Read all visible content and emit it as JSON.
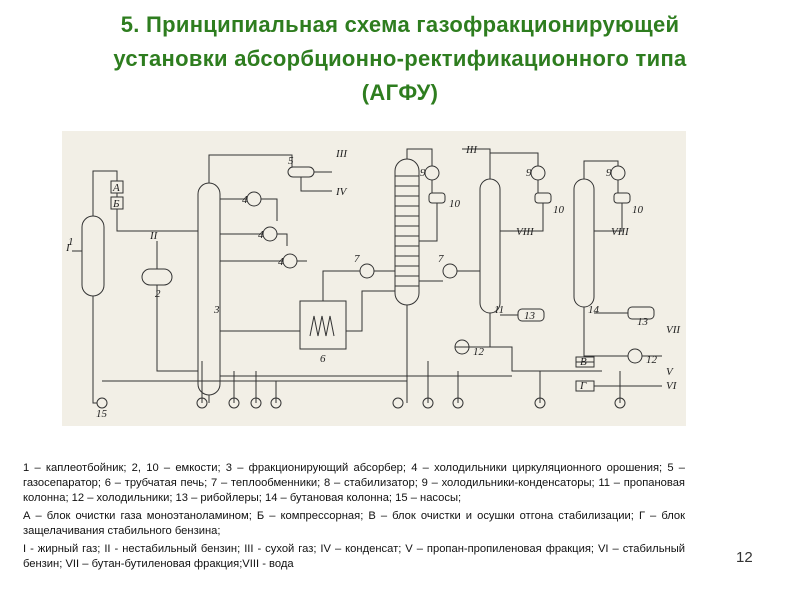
{
  "title": {
    "line1": "5. Принципиальная схема газофракционирующей",
    "line2": "установки абсорбционно-ректификационного типа",
    "line3": "(АГФУ)"
  },
  "scheme": {
    "equipment_labels": [
      "1",
      "2",
      "3",
      "4",
      "4",
      "4",
      "5",
      "6",
      "7",
      "7",
      "9",
      "9",
      "9",
      "10",
      "10",
      "10",
      "11",
      "12",
      "12",
      "13",
      "13",
      "14",
      "15"
    ],
    "stream_labels": [
      "I",
      "II",
      "III",
      "IV",
      "III",
      "VIII",
      "VIII",
      "VII",
      "V",
      "VI"
    ],
    "block_labels": [
      "А",
      "Б",
      "В",
      "Г"
    ]
  },
  "legend": {
    "p1": "1 – каплеотбойник; 2, 10 – емкости; 3 – фракционирующий абсорбер; 4 – холодильники циркуляционного орошения; 5 – газосепаратор; 6 – трубчатая печь; 7 – теплообменники; 8 – стабилизатор; 9 – холодильники-конденсаторы; 11 – пропановая колонна; 12 – холодильники; 13 – рибойлеры; 14 – бутановая колонна; 15 – насосы;",
    "p2": "А – блок очистки газа моноэтаноламином; Б – компрессорная; В – блок очистки и осушки отгона стабилизации; Г – блок защелачивания стабильного бензина;",
    "p3": "I - жирный газ; II - нестабильный бензин; III - сухой газ; IV – конденсат; V – пропан-пропиленовая фракция; VI – стабильный бензин; VII – бутан-бутиленовая фракция;VIII - вода"
  },
  "page_number": "12"
}
